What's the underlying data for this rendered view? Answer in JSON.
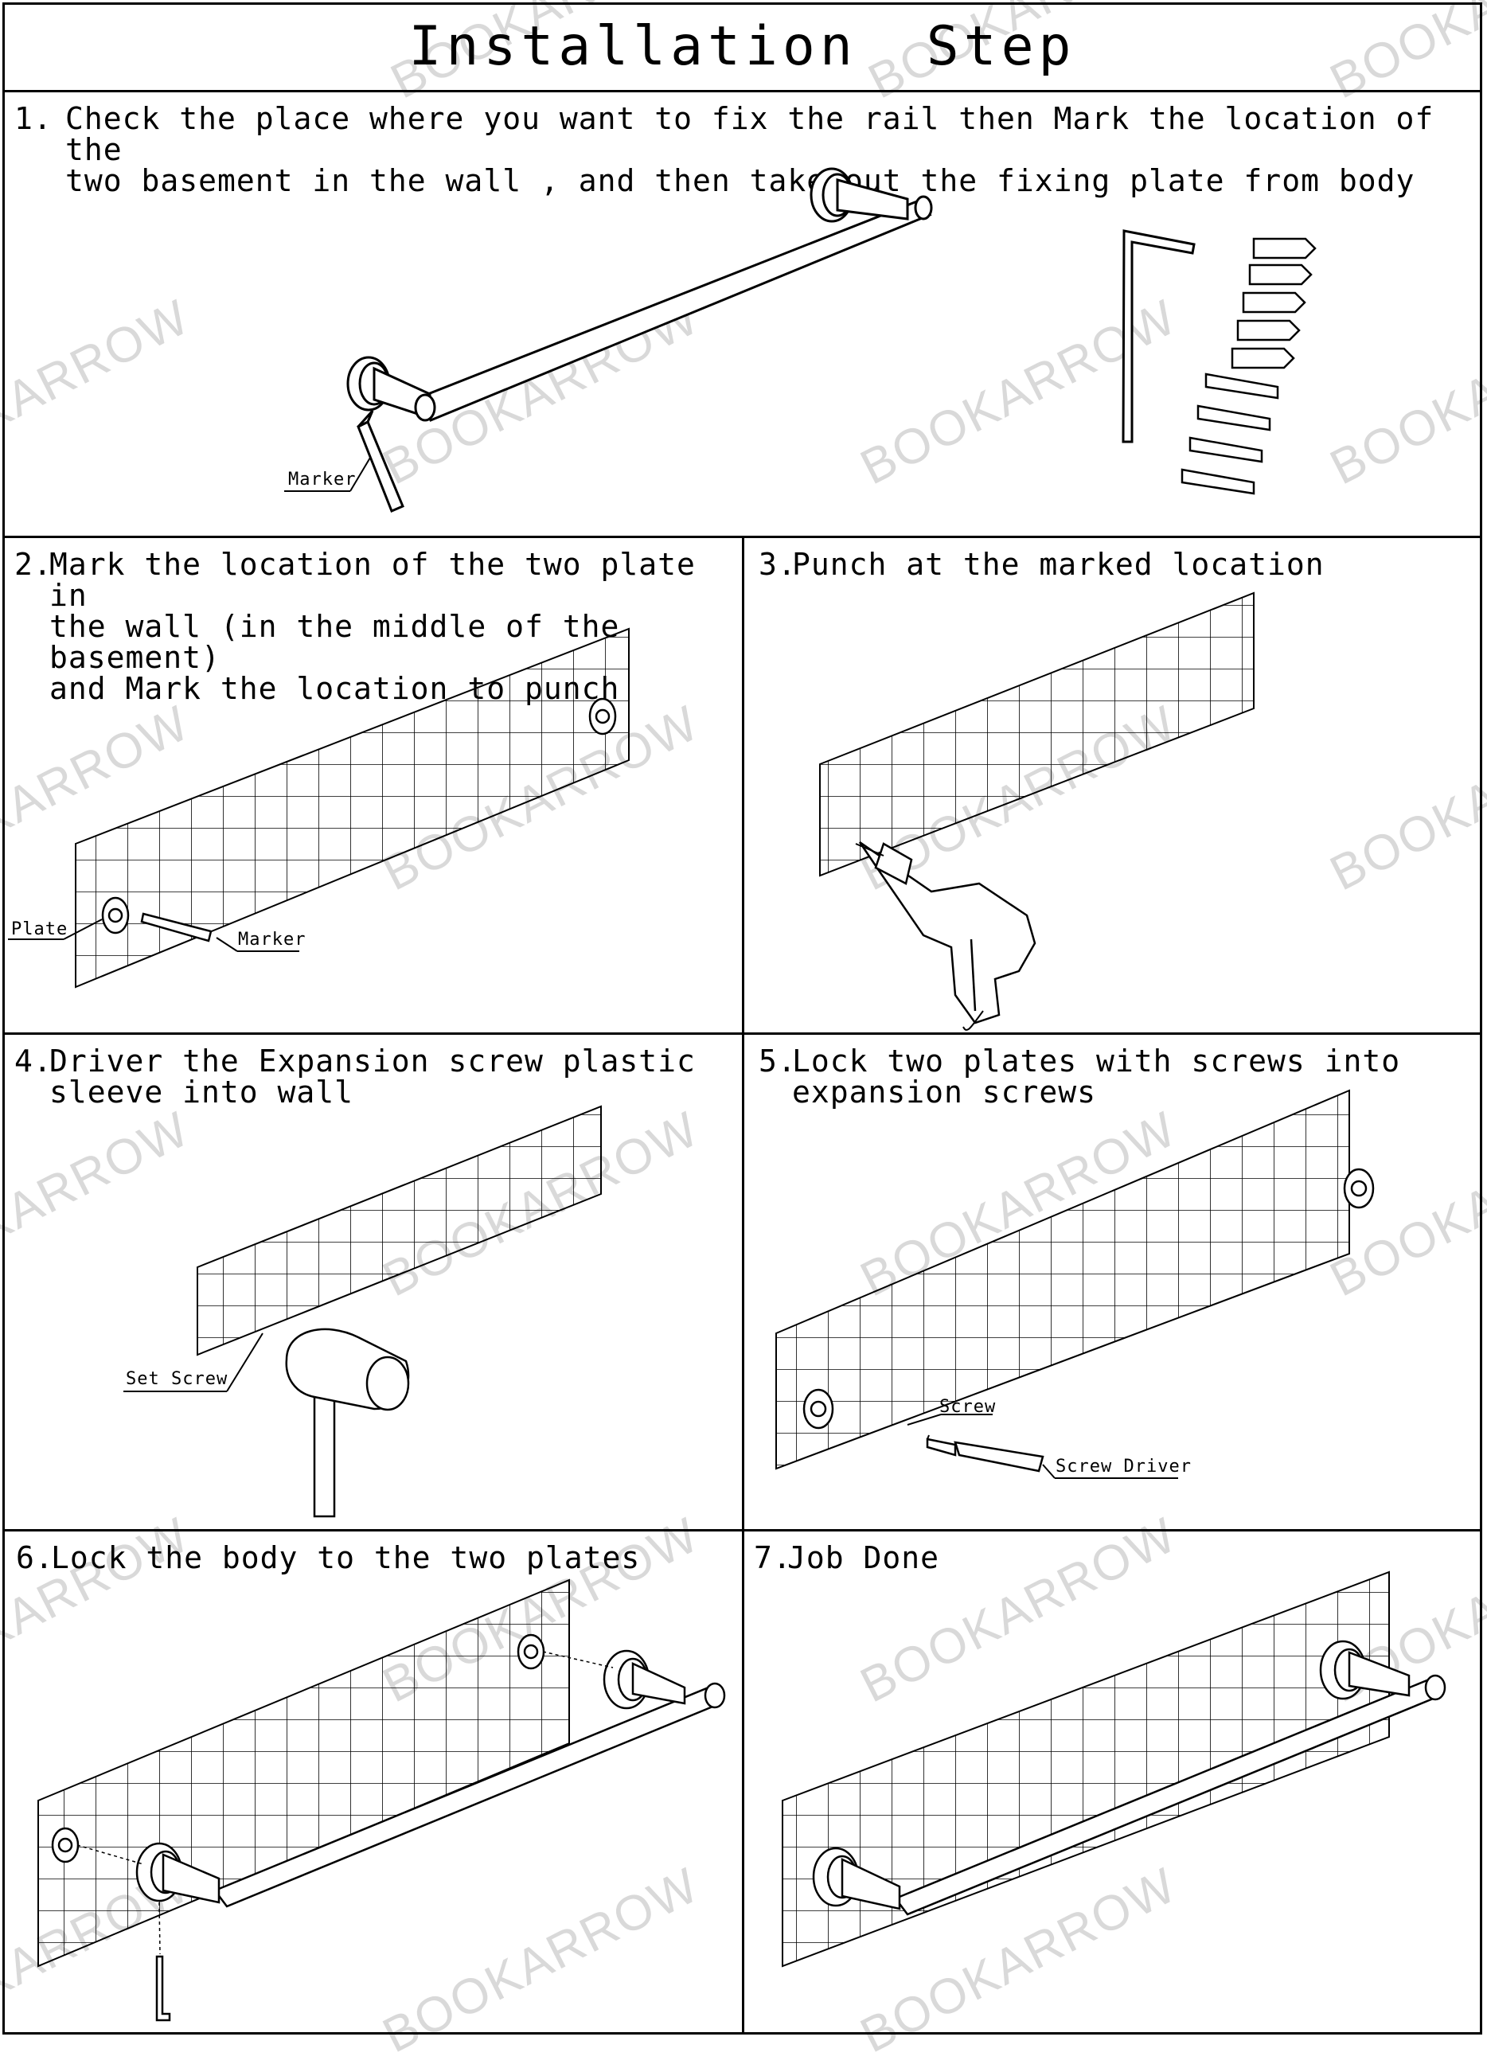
{
  "title": "Installation Step",
  "watermark": "BOOKARROW",
  "steps": [
    {
      "number": "1.",
      "text": "Check the place where you want to fix the rail then Mark the location of the\ntwo basement in the wall , and then take out the fixing plate from body"
    },
    {
      "number": "2.",
      "text": "Mark the location of the two plate in\nthe wall (in the middle of the basement)\nand Mark the location to punch"
    },
    {
      "number": "3.",
      "text": "Punch at the marked location"
    },
    {
      "number": "4.",
      "text": "Driver the Expansion screw plastic\nsleeve into wall"
    },
    {
      "number": "5.",
      "text": "Lock two plates with screws into\nexpansion screws"
    },
    {
      "number": "6.",
      "text": "Lock the body to the two plates"
    },
    {
      "number": "7.",
      "text": "Job Done"
    }
  ],
  "callouts": {
    "marker_1": "Marker",
    "plate_2": "Plate",
    "marker_2": "Marker",
    "set_screw_4": "Set Screw",
    "screw_5": "Screw",
    "screw_driver_5": "Screw Driver"
  },
  "colors": {
    "line": "#000000",
    "background": "#ffffff",
    "watermark": "#d9d9d9"
  }
}
